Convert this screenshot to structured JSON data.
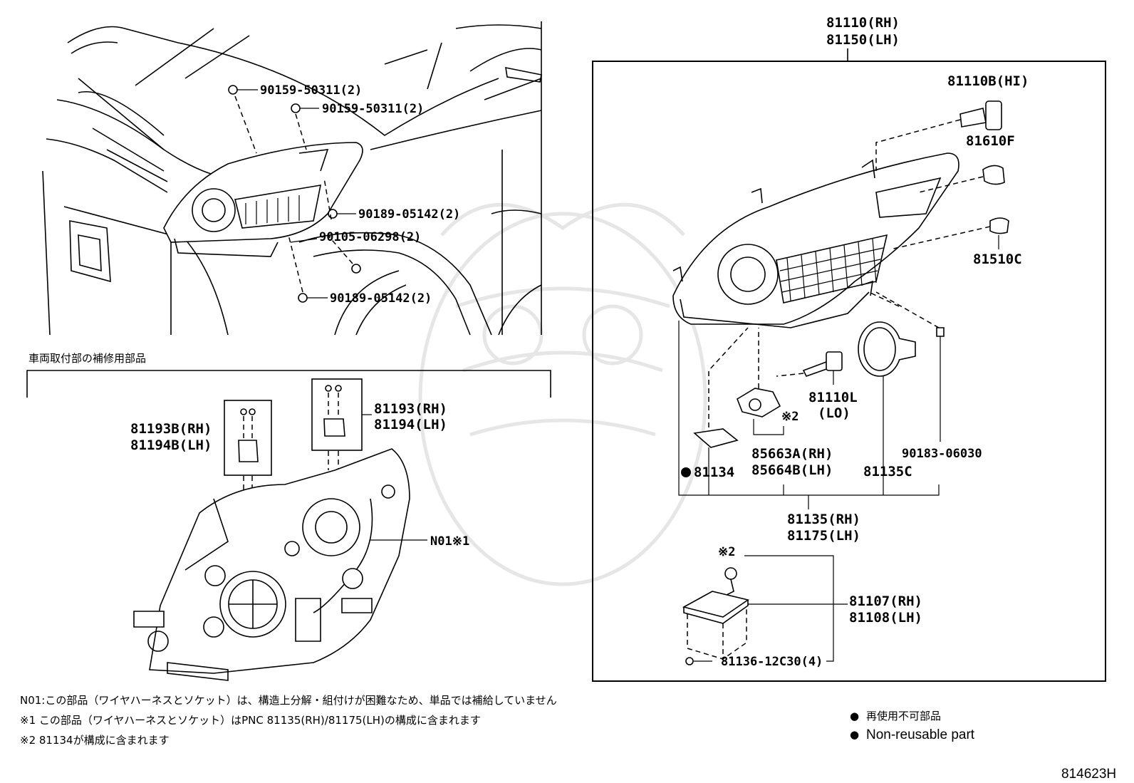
{
  "parts": {
    "assy_rh": "81110(RH)",
    "assy_lh": "81150(LH)",
    "bulb_hi": "81110B(HI)",
    "bulb_81610f": "81610F",
    "bulb_81510c": "81510C",
    "bulb_lo_num": "81110L",
    "bulb_lo_sub": "(LO)",
    "socket_rh": "85663A(RH)",
    "socket_lh": "85664B(LH)",
    "gasket": "81134",
    "cap": "81135C",
    "screw_90183": "90183-06030",
    "unit_rh": "81135(RH)",
    "unit_lh": "81175(LH)",
    "computer_rh": "81107(RH)",
    "computer_lh": "81108(LH)",
    "screw_81136": "81136-12C30(4)",
    "mark2_a": "※2",
    "mark2_b": "※2",
    "bolt_a": "90159-50311(2)",
    "bolt_b": "90159-50311(2)",
    "nut_a": "90189-05142(2)",
    "screw_b": "90105-06298(2)",
    "nut_b": "90189-05142(2)",
    "bracket_b_rh": "81193B(RH)",
    "bracket_b_lh": "81194B(LH)",
    "bracket_rh": "81193(RH)",
    "bracket_lh": "81194(LH)",
    "n01": "N01※1"
  },
  "section_title": "車両取付部の補修用部品",
  "notes": {
    "n01": "N01:この部品（ワイヤハーネスとソケット）は、構造上分解・組付けが困難なため、単品では補給していません",
    "m1": "※1 この部品（ワイヤハーネスとソケット）はPNC 81135(RH)/81175(LH)の構成に含まれます",
    "m2": "※2 81134が構成に含まれます"
  },
  "legend": {
    "bullet": "●",
    "jp": "再使用不可部品",
    "en": "Non-reusable part"
  },
  "figure_id": "814623H"
}
